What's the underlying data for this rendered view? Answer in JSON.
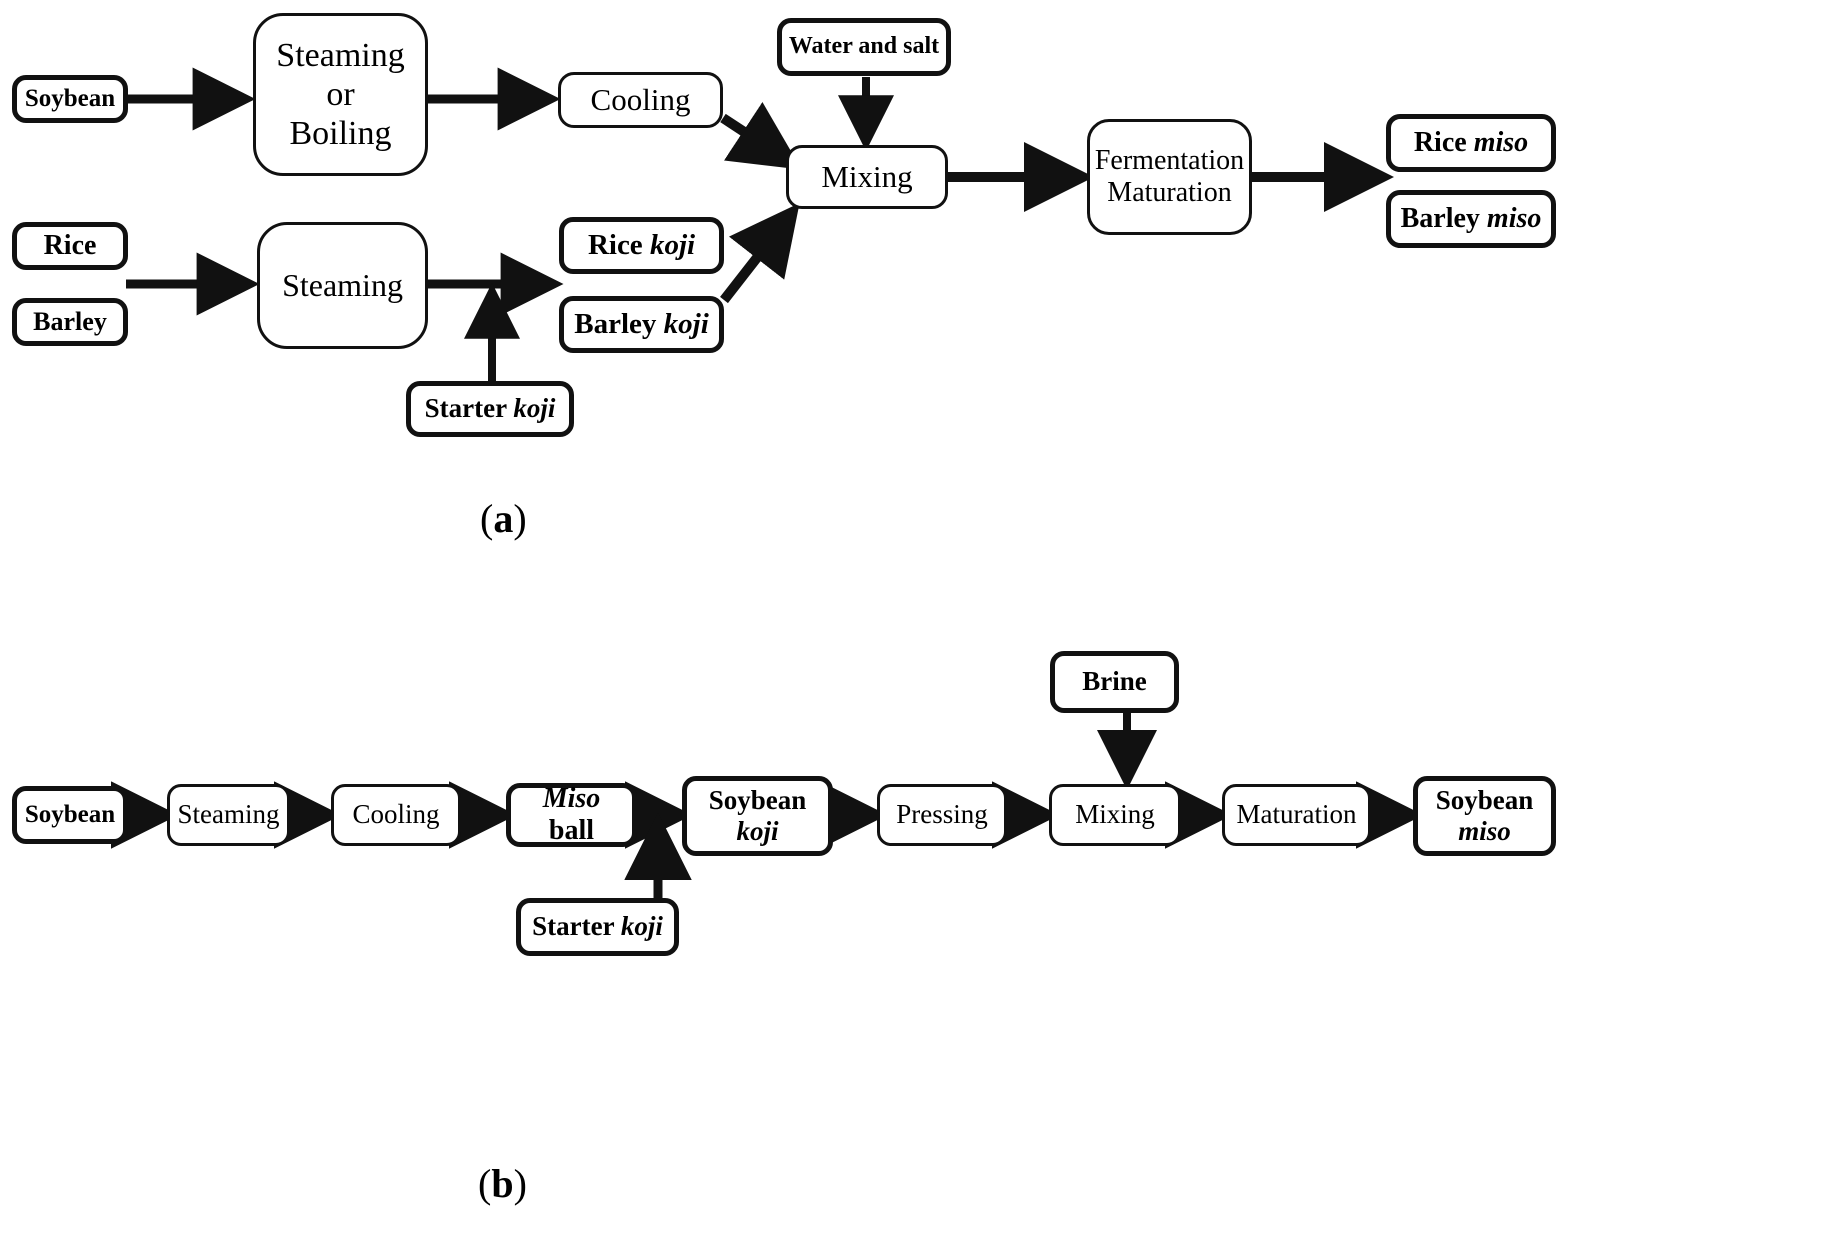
{
  "figure": {
    "type": "process-flow-diagram",
    "title": "Miso production process flow diagrams",
    "panels": [
      {
        "id": "a",
        "label": "(a)",
        "caption_parts": {
          "open": "(",
          "letter": "a",
          "close": ")"
        },
        "description": "Rice miso and barley miso production flow"
      },
      {
        "id": "b",
        "label": "(b)",
        "caption_parts": {
          "open": "(",
          "letter": "b",
          "close": ")"
        },
        "description": "Soybean miso production flow"
      }
    ]
  },
  "panel_a": {
    "nodes": [
      {
        "key": "soybean",
        "text": "Soybean",
        "style": "thick",
        "font": 25
      },
      {
        "key": "steam_boil",
        "text": "Steaming\nor\nBoiling",
        "style": "thin",
        "font": 34
      },
      {
        "key": "cooling",
        "text": "Cooling",
        "style": "thin",
        "font": 31
      },
      {
        "key": "water_salt",
        "text": "Water and salt",
        "style": "thick",
        "font": 24
      },
      {
        "key": "mixing",
        "text": "Mixing",
        "style": "thin",
        "font": 31
      },
      {
        "key": "fermentation",
        "text": "Fermentation\nMaturation",
        "style": "thin",
        "font": 28
      },
      {
        "key": "rice_miso",
        "text": "Rice miso",
        "style": "thick",
        "font": 28,
        "italic_tail": "miso",
        "plain_head": "Rice "
      },
      {
        "key": "barley_miso",
        "text": "Barley miso",
        "style": "thick",
        "font": 28,
        "italic_tail": "miso",
        "plain_head": "Barley "
      },
      {
        "key": "rice",
        "text": "Rice",
        "style": "thick",
        "font": 28
      },
      {
        "key": "barley",
        "text": "Barley",
        "style": "thick",
        "font": 26
      },
      {
        "key": "steaming",
        "text": "Steaming",
        "style": "thin",
        "font": 32
      },
      {
        "key": "rice_koji",
        "text": "Rice koji",
        "style": "thick",
        "font": 29,
        "italic_tail": "koji",
        "plain_head": "Rice "
      },
      {
        "key": "barley_koji",
        "text": "Barley koji",
        "style": "thick",
        "font": 29,
        "italic_tail": "koji",
        "plain_head": "Barley "
      },
      {
        "key": "starter_koji",
        "text": "Starter koji",
        "style": "thick",
        "font": 27,
        "italic_tail": "koji",
        "plain_head": "Starter "
      }
    ],
    "edges": [
      {
        "from": "soybean",
        "to": "steam_boil"
      },
      {
        "from": "steam_boil",
        "to": "cooling"
      },
      {
        "from": "cooling",
        "to": "mixing"
      },
      {
        "from": "water_salt",
        "to": "mixing"
      },
      {
        "from": "barley_koji",
        "to": "mixing"
      },
      {
        "from": "mixing",
        "to": "fermentation"
      },
      {
        "from": "fermentation",
        "to": "rice_miso"
      },
      {
        "from": "rice_barley",
        "to": "steaming"
      },
      {
        "from": "steaming",
        "to": "rice_koji"
      },
      {
        "from": "starter_koji",
        "to": "steaming_out"
      }
    ]
  },
  "panel_b": {
    "nodes": [
      {
        "key": "b_soybean",
        "text": "Soybean",
        "style": "thick",
        "font": 25
      },
      {
        "key": "b_steaming",
        "text": "Steaming",
        "style": "thin",
        "font": 27
      },
      {
        "key": "b_cooling",
        "text": "Cooling",
        "style": "thin",
        "font": 27
      },
      {
        "key": "b_miso_ball",
        "text": "Miso ball",
        "style": "thick",
        "font": 28,
        "italic_head": "Miso",
        "plain_tail": " ball"
      },
      {
        "key": "b_soybean_koji",
        "text": "Soybean\nkoji",
        "style": "thick",
        "font": 27,
        "italic_line": 2
      },
      {
        "key": "b_pressing",
        "text": "Pressing",
        "style": "thin",
        "font": 27
      },
      {
        "key": "b_mixing",
        "text": "Mixing",
        "style": "thin",
        "font": 27
      },
      {
        "key": "b_maturation",
        "text": "Maturation",
        "style": "thin",
        "font": 27
      },
      {
        "key": "b_soybean_miso",
        "text": "Soybean\nmiso",
        "style": "thick",
        "font": 27,
        "italic_line": 2
      },
      {
        "key": "b_brine",
        "text": "Brine",
        "style": "thick",
        "font": 27
      },
      {
        "key": "b_starter_koji",
        "text": "Starter koji",
        "style": "thick",
        "font": 27,
        "italic_tail": "koji",
        "plain_head": "Starter "
      }
    ],
    "edges": [
      {
        "from": "b_soybean",
        "to": "b_steaming"
      },
      {
        "from": "b_steaming",
        "to": "b_cooling"
      },
      {
        "from": "b_cooling",
        "to": "b_miso_ball"
      },
      {
        "from": "b_miso_ball",
        "to": "b_soybean_koji"
      },
      {
        "from": "b_starter_koji",
        "to": "b_miso_ball_out"
      },
      {
        "from": "b_soybean_koji",
        "to": "b_pressing"
      },
      {
        "from": "b_pressing",
        "to": "b_mixing"
      },
      {
        "from": "b_brine",
        "to": "b_mixing"
      },
      {
        "from": "b_mixing",
        "to": "b_maturation"
      },
      {
        "from": "b_maturation",
        "to": "b_soybean_miso"
      }
    ]
  },
  "colors": {
    "stroke": "#111111",
    "background": "#ffffff",
    "text": "#000000"
  }
}
